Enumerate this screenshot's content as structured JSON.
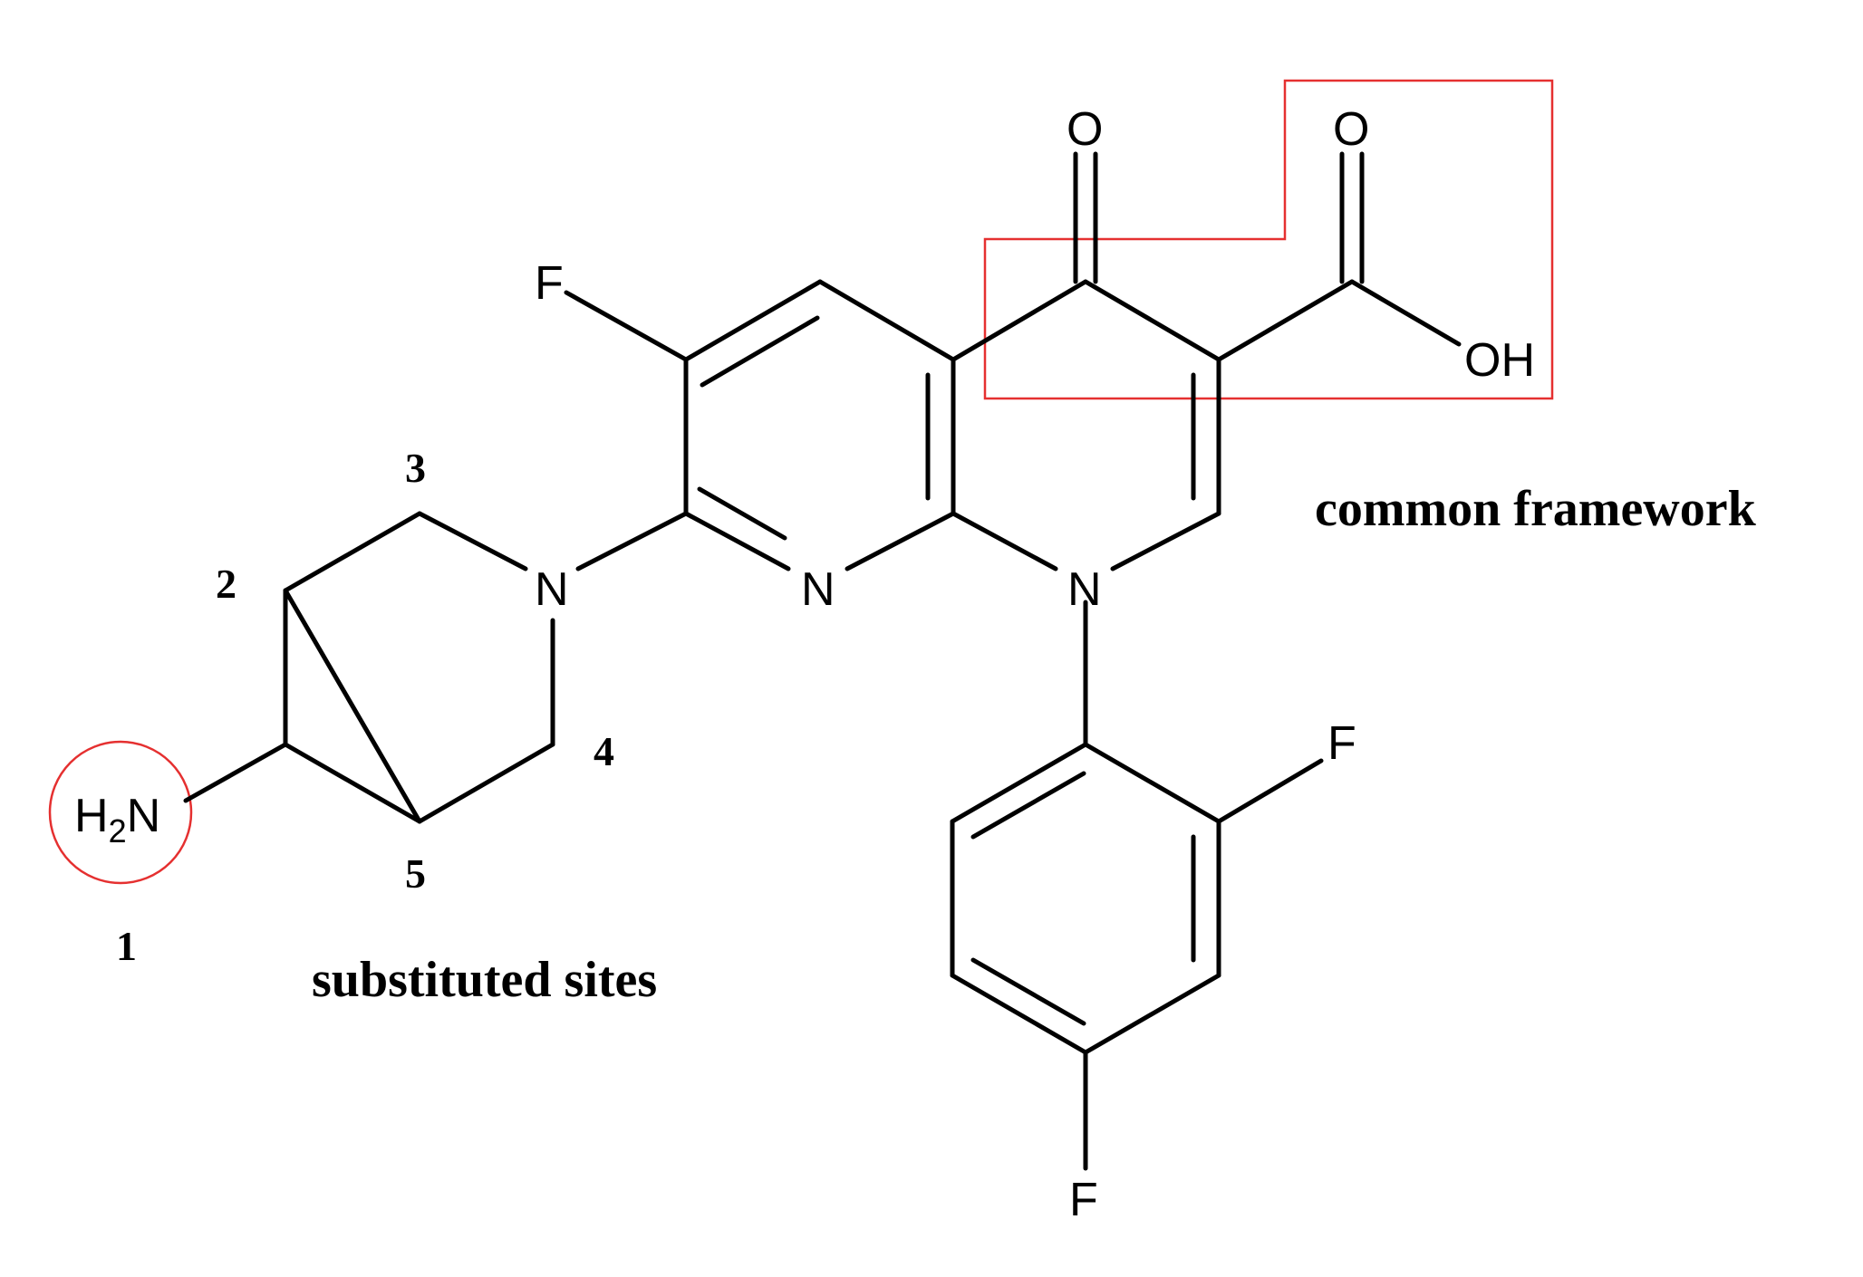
{
  "atoms": {
    "fluorine_top": "F",
    "oxygen_ketone": "O",
    "oxygen_acid": "O",
    "hydroxyl": "OH",
    "nitrogen_piperidine": "N",
    "nitrogen_pyridine": "N",
    "nitrogen_quinolone": "N",
    "fluorine_ortho": "F",
    "fluorine_para": "F",
    "amine_h": "H",
    "amine_sub": "2",
    "amine_n": "N"
  },
  "site_numbers": {
    "site_1": "1",
    "site_2": "2",
    "site_3": "3",
    "site_4": "4",
    "site_5": "5"
  },
  "captions": {
    "common_framework": "common framework",
    "substituted_sites": "substituted sites"
  },
  "colors": {
    "highlight": "#e53030",
    "bonds": "#000000"
  }
}
